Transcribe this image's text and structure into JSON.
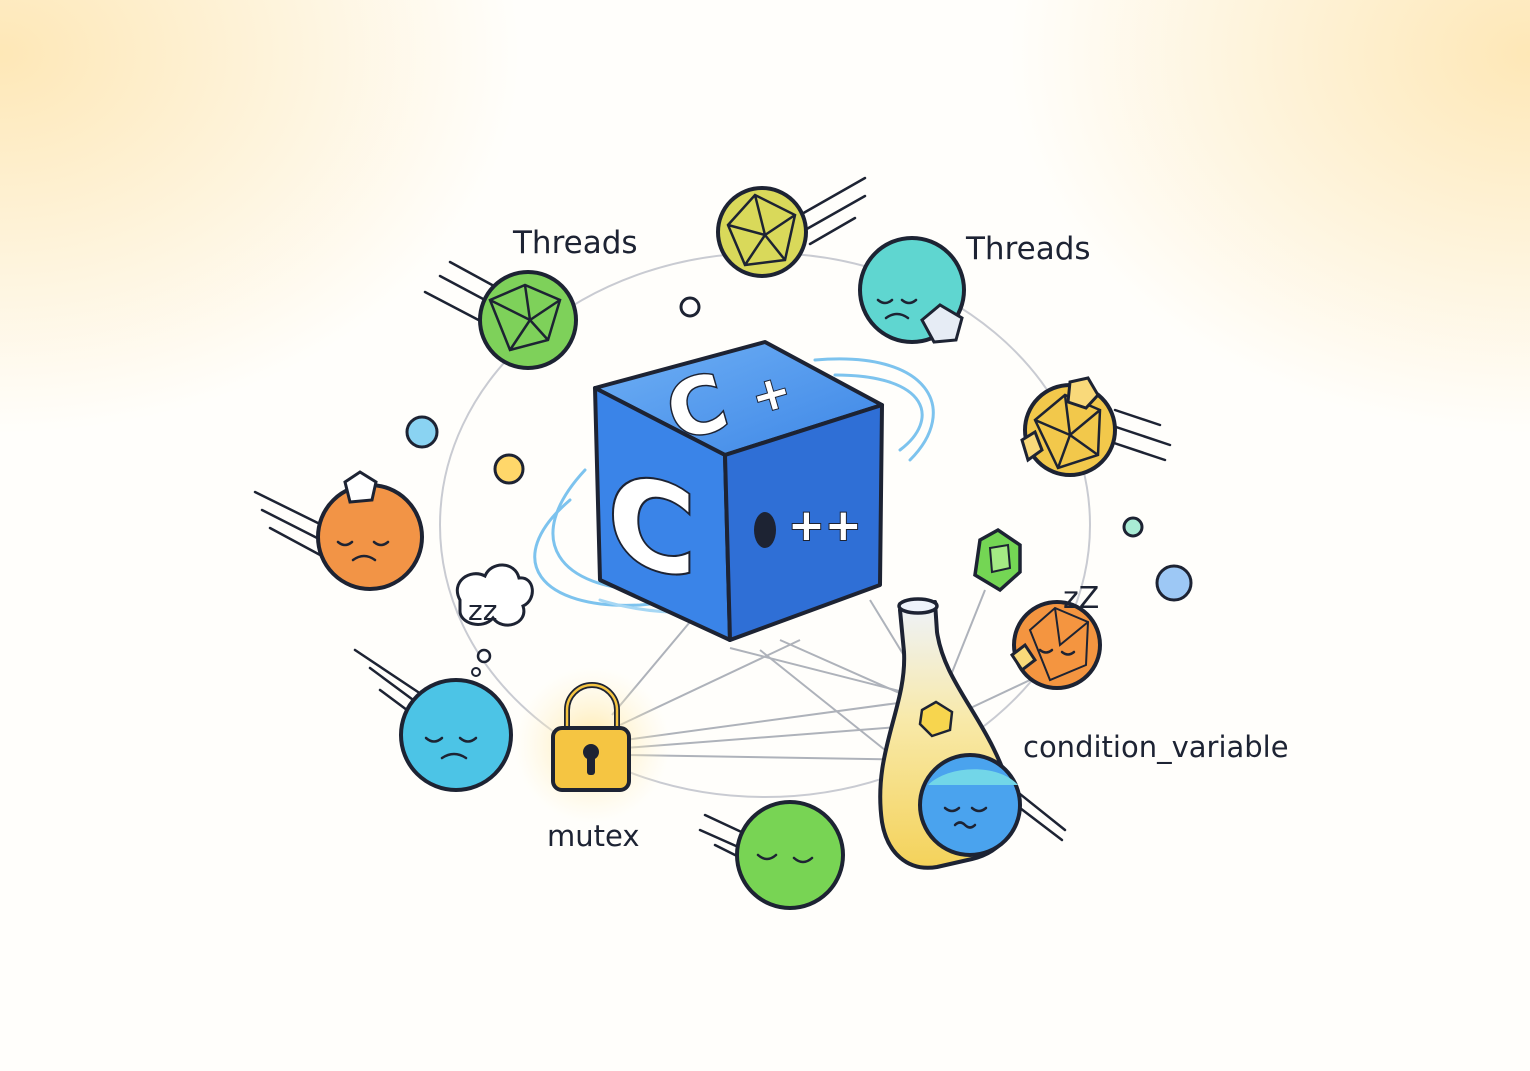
{
  "labels": {
    "threads_left": "Threads",
    "threads_right": "Threads",
    "mutex": "mutex",
    "condition_variable": "condition_variable",
    "zz_bubble": "zz",
    "zz_right": "zZ"
  },
  "cube": {
    "top_glyph": "C",
    "top_plus": "+",
    "front_glyph": "C",
    "side_glyph": "++",
    "face_color": "#3a84e8",
    "side_color": "#2f6fd6"
  },
  "colors": {
    "outline": "#1d2333",
    "orbit": "#c9cbd2",
    "link": "#9aa0ab",
    "swirl": "#7dc3ee",
    "lock_body": "#f5c542",
    "lock_glow": "#ffe8a0"
  },
  "threads": [
    {
      "name": "thread-faceted-green",
      "color": "#7ed15a",
      "face": "none"
    },
    {
      "name": "thread-faceted-yellow-top",
      "color": "#d9d95a",
      "face": "none"
    },
    {
      "name": "thread-teal-sad",
      "color": "#5fd6d0",
      "face": "sad"
    },
    {
      "name": "thread-faceted-gold",
      "color": "#f2c84b",
      "face": "none"
    },
    {
      "name": "thread-orange-sad",
      "color": "#f29446",
      "face": "sad"
    },
    {
      "name": "thread-cyan-sleeping",
      "color": "#4cc4e6",
      "face": "sleep"
    },
    {
      "name": "thread-green-sleeping",
      "color": "#78d454",
      "face": "sleep"
    },
    {
      "name": "thread-orange-faceted-sleeping",
      "color": "#f49540",
      "face": "sleep"
    },
    {
      "name": "thread-blue-in-bottle",
      "color": "#4aa3ee",
      "face": "sleep"
    }
  ]
}
